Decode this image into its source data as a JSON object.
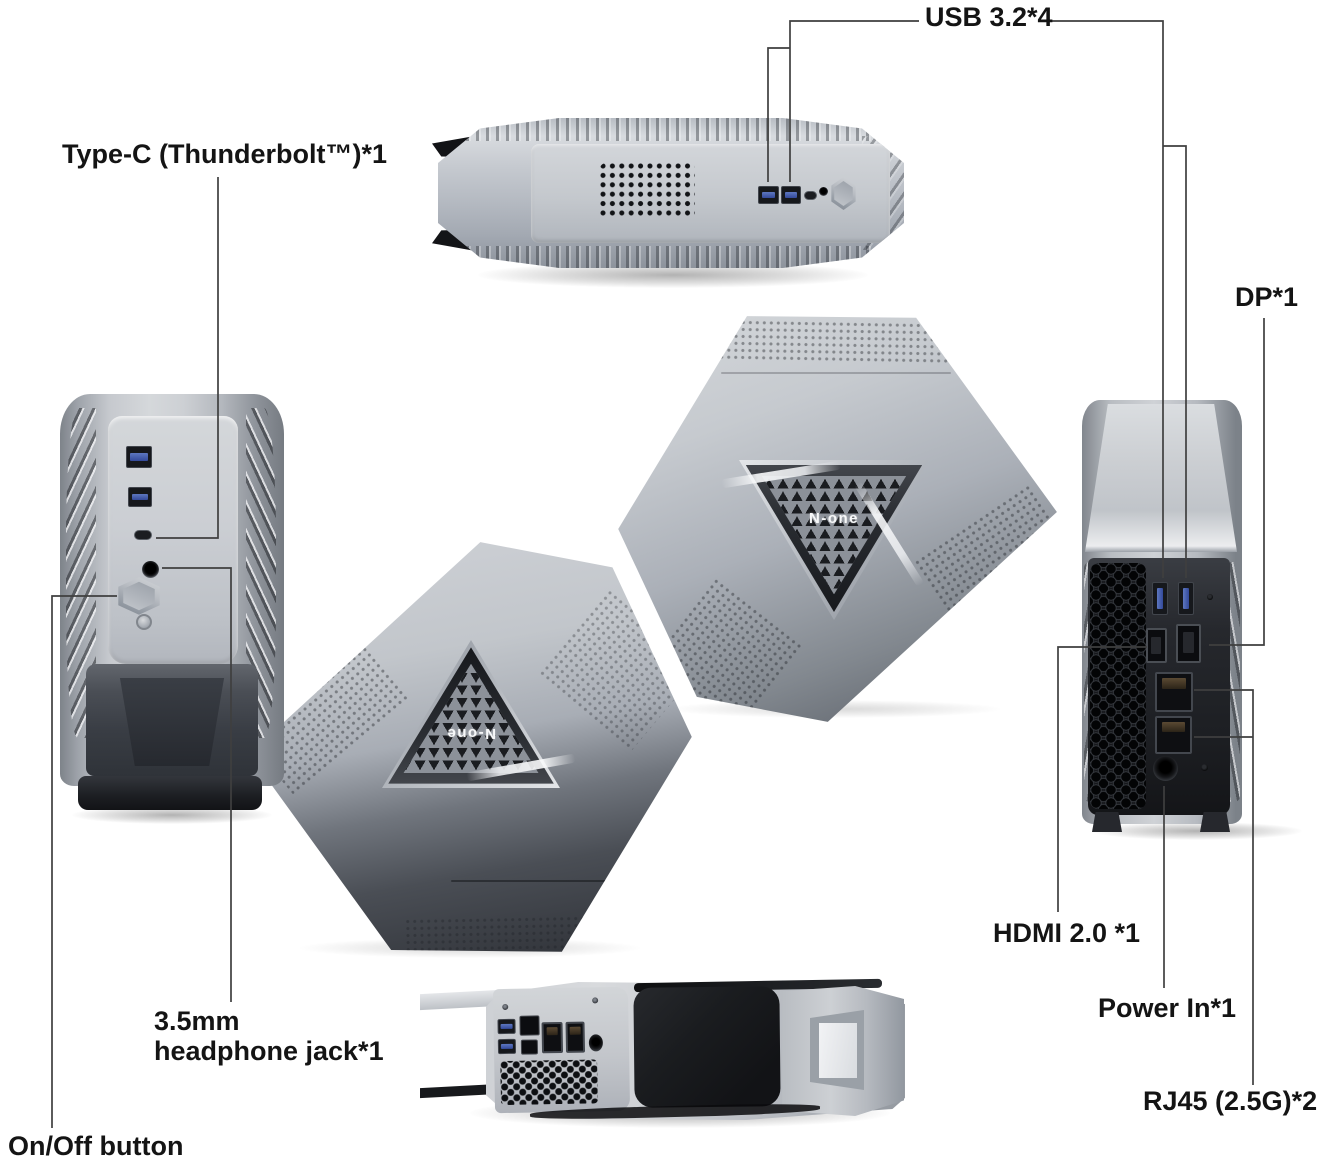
{
  "diagram": {
    "brand_logo": "N-one",
    "labels": {
      "usb": "USB 3.2*4",
      "type_c": "Type-C (Thunderbolt™)*1",
      "dp": "DP*1",
      "hdmi": "HDMI 2.0 *1",
      "power_in": "Power In*1",
      "rj45": "RJ45 (2.5G)*2",
      "headphone_line1": "3.5mm",
      "headphone_line2": "headphone jack*1",
      "on_off": "On/Off button"
    },
    "ports_depicted": {
      "front_top_view": [
        "usb-a",
        "usb-a",
        "type-c",
        "headphone-jack",
        "power-button"
      ],
      "front_side_view": [
        "usb-a",
        "usb-a",
        "type-c",
        "headphone-jack",
        "power-button",
        "reset-button"
      ],
      "rear_side_view": [
        "usb-a",
        "usb-a",
        "hdmi",
        "dp",
        "rj45",
        "rj45",
        "dc-power-in"
      ],
      "rear_quarter_view": [
        "usb-a",
        "usb-a",
        "hdmi",
        "dp",
        "rj45",
        "rj45",
        "dc-power-in"
      ]
    },
    "colors": {
      "background": "#ffffff",
      "label_text": "#141414",
      "leader_line": "#3f3f3f",
      "usb_blue": "#3a52a3",
      "body_silver": "#c9ccd1",
      "panel_dark": "#1d1f23"
    }
  }
}
